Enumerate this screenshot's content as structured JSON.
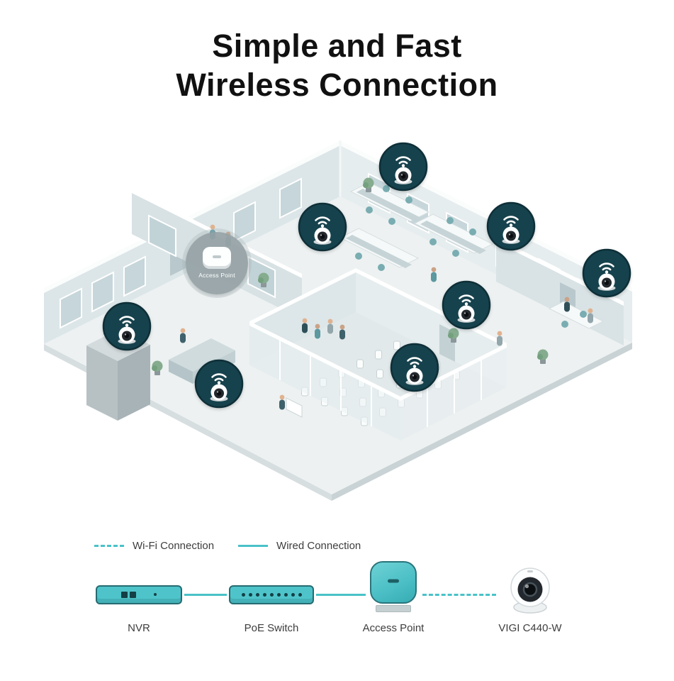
{
  "title": {
    "line1": "Simple and Fast",
    "line2": "Wireless Connection"
  },
  "illustration": {
    "access_point_badge_label": "Access Point",
    "camera_count": 8
  },
  "legend": {
    "wifi_label": "Wi-Fi Connection",
    "wired_label": "Wired Connection"
  },
  "devices": {
    "nvr_label": "NVR",
    "poe_label": "PoE Switch",
    "ap_label": "Access Point",
    "camera_label": "VIGI C440-W"
  },
  "icons": {
    "camera_badge": "turret-camera-with-wifi-signal",
    "access_point_badge": "wireless-access-point",
    "wifi_connection": "dashed-teal-line",
    "wired_connection": "solid-teal-line"
  },
  "colors": {
    "accent_teal": "#49C2C8",
    "badge_dark_teal": "#16424D",
    "device_fill": "#4EC4CA",
    "device_outline": "#266B72",
    "title_text": "#111111",
    "label_text": "#3D3D3D"
  }
}
